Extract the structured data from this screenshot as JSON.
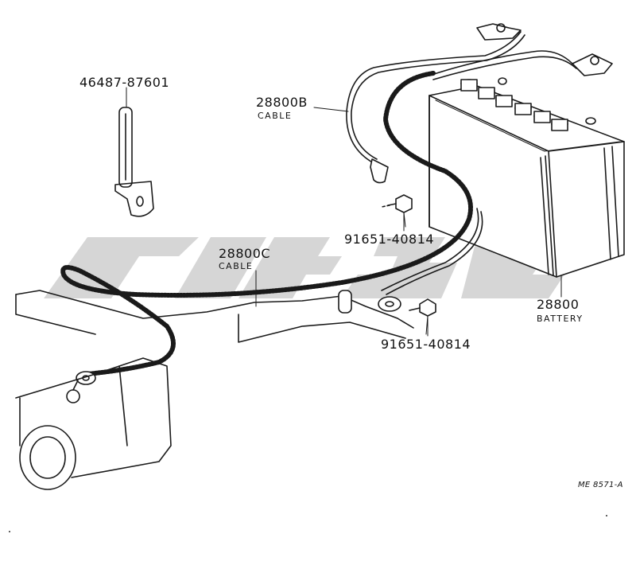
{
  "diagram": {
    "parts": {
      "bracket": {
        "number": "46487-87601"
      },
      "cable_b": {
        "number": "28800B",
        "name": "CABLE"
      },
      "cable_c": {
        "number": "28800C",
        "name": "CABLE"
      },
      "bolt_upper": {
        "number": "91651-40814"
      },
      "bolt_lower": {
        "number": "91651-40814"
      },
      "battery": {
        "number": "28800",
        "name": "BATTERY"
      }
    },
    "figure_code": "ME 8571-A"
  },
  "colors": {
    "line": "#1a1a1a",
    "watermark": "#c8c8c8"
  }
}
